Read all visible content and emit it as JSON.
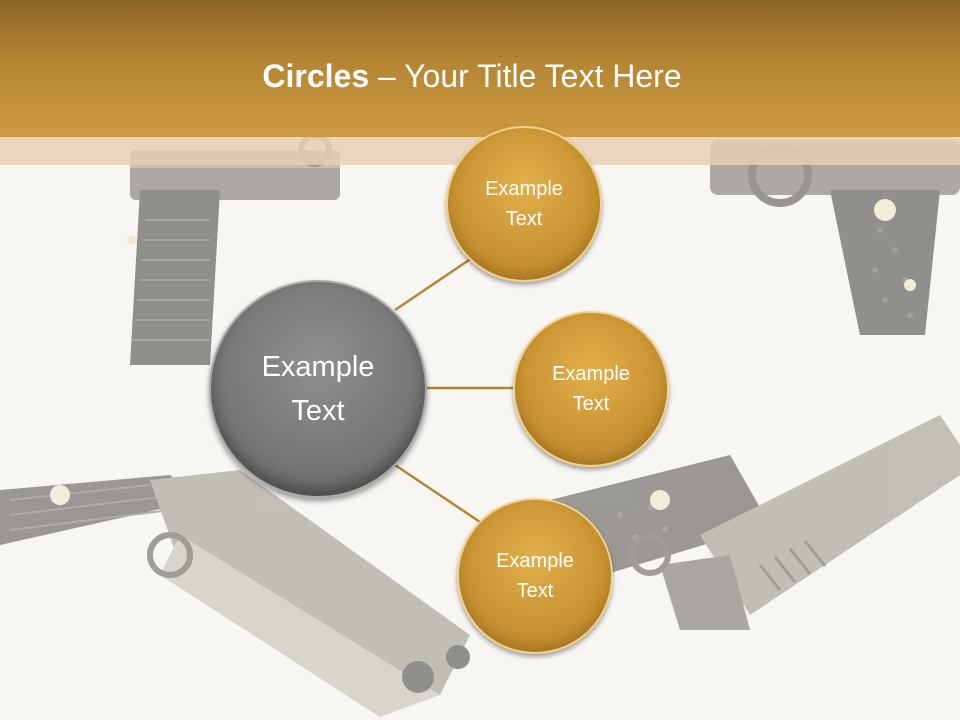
{
  "slide": {
    "title_bold": "Circles",
    "title_rest": " – Your Title Text Here"
  },
  "diagram": {
    "center_label_line1": "Example",
    "center_label_line2": "Text",
    "nodes": [
      {
        "line1": "Example",
        "line2": "Text"
      },
      {
        "line1": "Example",
        "line2": "Text"
      },
      {
        "line1": "Example",
        "line2": "Text"
      }
    ]
  },
  "colors": {
    "header": "#b58533",
    "node_fill": "#c99432",
    "center_fill": "#767676",
    "connector": "#b58533"
  },
  "icons": [
    "pistol-image"
  ]
}
